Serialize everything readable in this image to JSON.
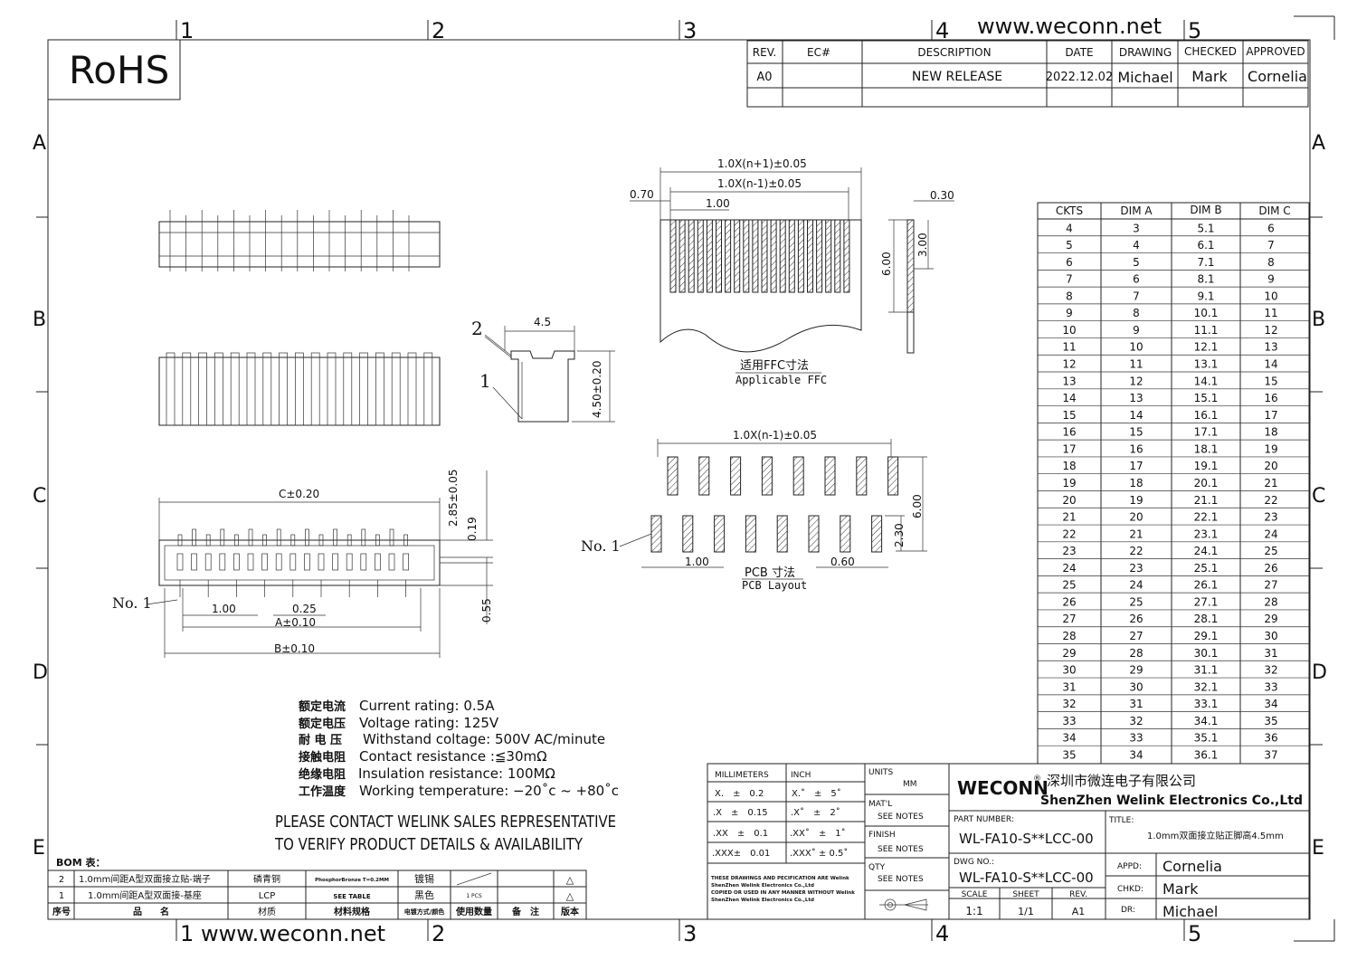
{
  "header": {
    "rohs": "RoHS",
    "website": "www.weconn.net",
    "zone_cols": [
      "1",
      "2",
      "3",
      "4",
      "5"
    ],
    "zone_rows": [
      "A",
      "B",
      "C",
      "D",
      "E"
    ]
  },
  "revision": {
    "headers": [
      "REV.",
      "EC#",
      "DESCRIPTION",
      "DATE",
      "DRAWING",
      "CHECKED",
      "APPROVED"
    ],
    "rows": [
      [
        "A0",
        "",
        "NEW RELEASE",
        "2022.12.02",
        "Michael",
        "Mark",
        "Cornelia"
      ]
    ]
  },
  "views": {
    "balloon_1": "1",
    "balloon_2": "2",
    "no1": "No. 1",
    "dim_45": "4.5",
    "dim_450": "4.50±0.20",
    "dim_c": "C±0.20",
    "dim_a": "A±0.10",
    "dim_b": "B±0.10",
    "dim_100": "1.00",
    "dim_025": "0.25",
    "dim_285": "2.85±0.05",
    "dim_019": "0.19",
    "dim_055": "0.55",
    "ffc_n1": "1.0X(n+1)±0.05",
    "ffc_nm1": "1.0X(n-1)±0.05",
    "ffc_070": "0.70",
    "ffc_100": "1.00",
    "ffc_600": "6.00",
    "ffc_300": "3.00",
    "ffc_030": "0.30",
    "ffc_title_cn": "适用FFC寸法",
    "ffc_title_en": "Applicable FFC",
    "pcb_nm1": "1.0X(n-1)±0.05",
    "pcb_100": "1.00",
    "pcb_060": "0.60",
    "pcb_600": "6.00",
    "pcb_230": "2.30",
    "pcb_no1": "No. 1",
    "pcb_title_cn": "PCB 寸法",
    "pcb_title_en": "PCB Layout"
  },
  "dim_table": {
    "headers": [
      "CKTS",
      "DIM A",
      "DIM B",
      "DIM C"
    ],
    "rows": [
      [
        "4",
        "3",
        "5.1",
        "6"
      ],
      [
        "5",
        "4",
        "6.1",
        "7"
      ],
      [
        "6",
        "5",
        "7.1",
        "8"
      ],
      [
        "7",
        "6",
        "8.1",
        "9"
      ],
      [
        "8",
        "7",
        "9.1",
        "10"
      ],
      [
        "9",
        "8",
        "10.1",
        "11"
      ],
      [
        "10",
        "9",
        "11.1",
        "12"
      ],
      [
        "11",
        "10",
        "12.1",
        "13"
      ],
      [
        "12",
        "11",
        "13.1",
        "14"
      ],
      [
        "13",
        "12",
        "14.1",
        "15"
      ],
      [
        "14",
        "13",
        "15.1",
        "16"
      ],
      [
        "15",
        "14",
        "16.1",
        "17"
      ],
      [
        "16",
        "15",
        "17.1",
        "18"
      ],
      [
        "17",
        "16",
        "18.1",
        "19"
      ],
      [
        "18",
        "17",
        "19.1",
        "20"
      ],
      [
        "19",
        "18",
        "20.1",
        "21"
      ],
      [
        "20",
        "19",
        "21.1",
        "22"
      ],
      [
        "21",
        "20",
        "22.1",
        "23"
      ],
      [
        "22",
        "21",
        "23.1",
        "24"
      ],
      [
        "23",
        "22",
        "24.1",
        "25"
      ],
      [
        "24",
        "23",
        "25.1",
        "26"
      ],
      [
        "25",
        "24",
        "26.1",
        "27"
      ],
      [
        "26",
        "25",
        "27.1",
        "28"
      ],
      [
        "27",
        "26",
        "28.1",
        "29"
      ],
      [
        "28",
        "27",
        "29.1",
        "30"
      ],
      [
        "29",
        "28",
        "30.1",
        "31"
      ],
      [
        "30",
        "29",
        "31.1",
        "32"
      ],
      [
        "31",
        "30",
        "32.1",
        "33"
      ],
      [
        "32",
        "31",
        "33.1",
        "34"
      ],
      [
        "33",
        "32",
        "34.1",
        "35"
      ],
      [
        "34",
        "33",
        "35.1",
        "36"
      ],
      [
        "35",
        "34",
        "36.1",
        "37"
      ]
    ]
  },
  "specs": [
    {
      "cn": "额定电流",
      "en": "Current rating: 0.5A"
    },
    {
      "cn": "额定电压",
      "en": "Voltage rating: 125V"
    },
    {
      "cn": "耐 电 压",
      "en": "Withstand coltage: 500V AC/minute"
    },
    {
      "cn": "接触电阻",
      "en": "Contact resistance :≦30mΩ"
    },
    {
      "cn": "绝缘电阻",
      "en": "Insulation resistance: 100MΩ"
    },
    {
      "cn": "工作温度",
      "en": "Working temperature: −20˚c ~ +80˚c"
    }
  ],
  "notice": [
    "PLEASE CONTACT WELINK SALES REPRESENTATIVE",
    "TO VERIFY PRODUCT DETAILS & AVAILABILITY"
  ],
  "bom": {
    "title": "BOM 表：",
    "rows": [
      [
        "2",
        "1.0mm间距A型双面接立贴-端子",
        "磷青铜",
        "PhosphorBronze T=0.2MM",
        "镀锡",
        "",
        "△"
      ],
      [
        "1",
        "1.0mm间距A型双面接-基座",
        "LCP",
        "SEE TABLE",
        "黑色",
        "1 PCS",
        "△"
      ]
    ],
    "headers": [
      "序号",
      "品　　名",
      "材质",
      "材料规格",
      "电镀方式/颜色",
      "使用数量",
      "备　注",
      "版本"
    ]
  },
  "tolerance": {
    "mm_label": "MILLIMETERS",
    "inch_label": "INCH",
    "mm": [
      "X.　±　0.2",
      ".X　±　0.15",
      ".XX　±　0.1",
      ".XXX±　0.01"
    ],
    "inch": [
      "X.˚　±　5˚",
      ".X˚　±　2˚",
      ".XX˚　±　1˚",
      ".XXX˚ ± 0.5˚"
    ],
    "units_label": "UNITS",
    "units_value": "MM",
    "matl_label": "MAT'L",
    "matl_value": "SEE NOTES",
    "finish_label": "FINISH",
    "finish_value": "SEE NOTES",
    "qty_label": "QTY",
    "qty_value": "SEE NOTES",
    "disclaimer": [
      "THESE DRAWINGS AND PECIFICATION  ARE Welink",
      "ShenZhen Welink Electronics Co.,Ltd",
      "COPIED OR USED IN ANY MANNER WITHOUT Welink",
      "ShenZhen Welink Electronics Co.,Ltd"
    ]
  },
  "title_block": {
    "brand": "WECONN",
    "company_cn": "深圳市微连电子有限公司",
    "company_en": "ShenZhen Welink Electronics Co.,Ltd",
    "part_label": "PART NUMBER:",
    "part_value": "WL-FA10-S**LCC-00",
    "title_label": "TITLE:",
    "title_value": "1.0mm双面接立贴正脚高4.5mm",
    "dwg_label": "DWG NO.:",
    "dwg_value": "WL-FA10-S**LCC-00",
    "scale_label": "SCALE",
    "scale_value": "1:1",
    "sheet_label": "SHEET",
    "sheet_value": "1/1",
    "rev_label": "REV.",
    "rev_value": "A1",
    "appd_label": "APPD:",
    "appd_value": "Cornelia",
    "chkd_label": "CHKD:",
    "chkd_value": "Mark",
    "dr_label": "DR:",
    "dr_value": "Michael"
  }
}
